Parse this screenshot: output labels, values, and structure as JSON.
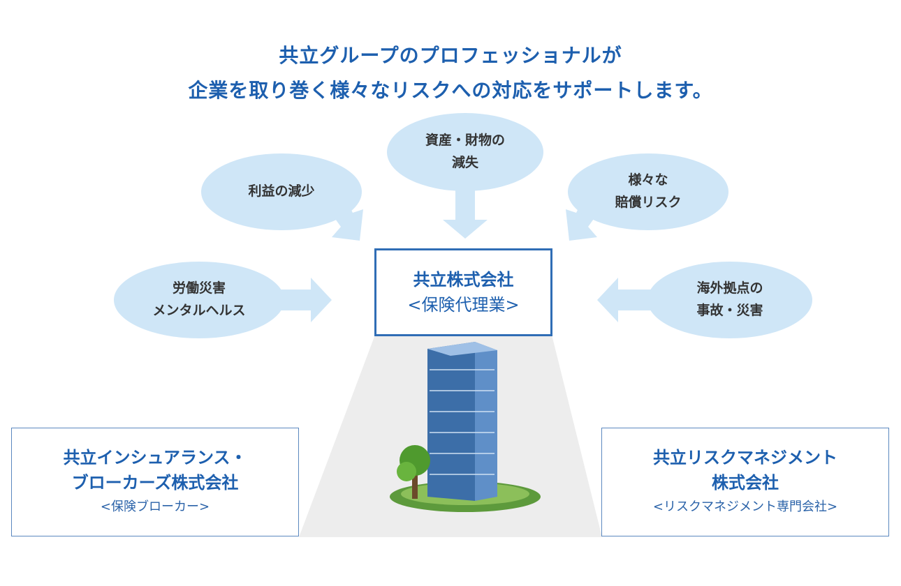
{
  "title": {
    "line1": "共立グループのプロフェッショナルが",
    "line2": "企業を取り巻く様々なリスクへの対応をサポートします。"
  },
  "risks": [
    {
      "line1": "資産・財物の",
      "line2": "減失"
    },
    {
      "line1": "利益の減少",
      "line2": ""
    },
    {
      "line1": "様々な",
      "line2": "賠償リスク"
    },
    {
      "line1": "労働災害",
      "line2": "メンタルヘルス"
    },
    {
      "line1": "海外拠点の",
      "line2": "事故・災害"
    }
  ],
  "center": {
    "name": "共立株式会社",
    "role": "<保険代理業>"
  },
  "left_company": {
    "line1": "共立インシュアランス・",
    "line2": "ブローカーズ株式会社",
    "role": "<保険ブローカー>"
  },
  "right_company": {
    "line1": "共立リスクマネジメント",
    "line2": "株式会社",
    "role": "<リスクマネジメント専門会社>"
  },
  "colors": {
    "accent": "#1d5fae",
    "bubble": "#cfe6f7",
    "beam": "#ececec"
  }
}
